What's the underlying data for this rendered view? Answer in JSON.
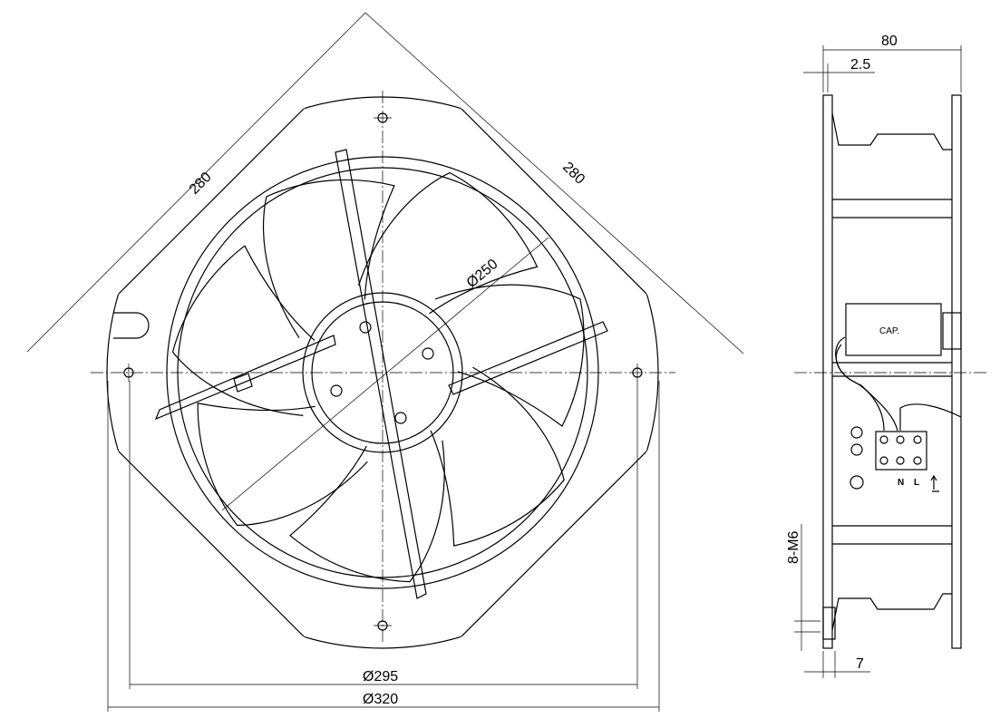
{
  "front_view": {
    "dim_width_left": "280",
    "dim_width_right": "280",
    "dim_fan_diameter": "Ø250",
    "dim_hole_circle": "Ø295",
    "dim_outer_diameter": "Ø320"
  },
  "side_view": {
    "dim_depth": "80",
    "dim_flange": "2.5",
    "dim_thread": "8-M6",
    "dim_thread_depth": "7",
    "capacitor_label": "CAP.",
    "terminal_labels": [
      "N",
      "L"
    ]
  }
}
